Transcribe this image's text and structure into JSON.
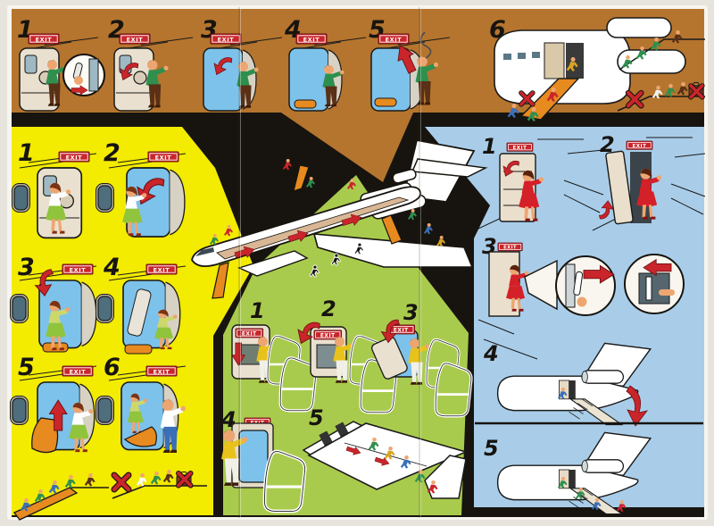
{
  "exit_sign": {
    "label": "EXIT",
    "bg": "#c9252b",
    "fg": "#ffffff"
  },
  "colors": {
    "panel_brown": "#b5752e",
    "panel_yellow": "#f3eb00",
    "panel_green": "#a9cb4d",
    "panel_blue": "#a9cde9",
    "center_black": "#17140f",
    "accent_red": "#c9252b",
    "slide_orange": "#e78a1f",
    "aircraft_white": "#ffffff",
    "cabin_floor_tan": "#d9b795",
    "door_cream": "#eae0cf",
    "doorway_sky": "#7dc2ea",
    "card_margin": "#efeee7"
  },
  "icons": {
    "no-luggage-x": "✕",
    "direction-arrow": "➔",
    "rotate-arrow": "↺"
  },
  "panels": {
    "forward_doors": {
      "bg": "#b5752e",
      "steps": [
        "1",
        "2",
        "3",
        "4",
        "5",
        "6"
      ]
    },
    "main_door": {
      "bg": "#f3eb00",
      "steps": [
        "1",
        "2",
        "3",
        "4",
        "5",
        "6"
      ]
    },
    "overwing_exit": {
      "bg": "#a9cb4d",
      "steps": [
        "1",
        "2",
        "3",
        "4",
        "5"
      ]
    },
    "tail_exit": {
      "bg": "#a9cde9",
      "steps": [
        "1",
        "2",
        "3",
        "4",
        "5"
      ]
    }
  }
}
